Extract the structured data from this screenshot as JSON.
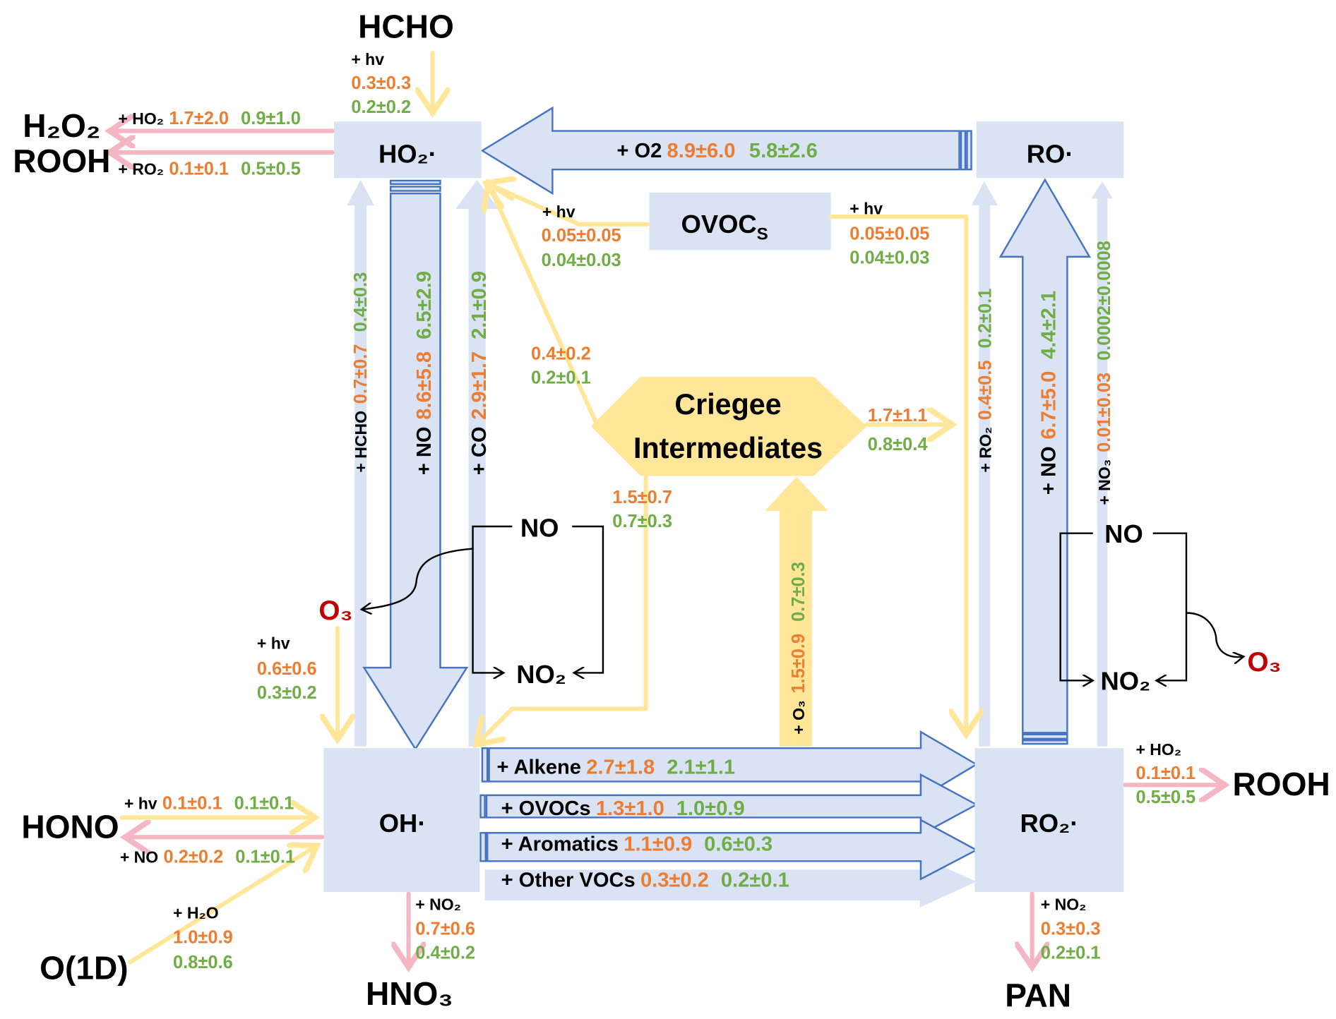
{
  "colors": {
    "box_fill": "#DAE3F3",
    "box_stroke": "#4472C4",
    "photolysis_arrow": "#FFE699",
    "sink_arrow": "#F4B6C2",
    "value_series_1": "#ED7D31",
    "value_series_2": "#70AD47",
    "ozone": "#C00000"
  },
  "species": {
    "ho2": "HO₂·",
    "ro": "RO·",
    "oh": "OH·",
    "ro2": "RO₂·",
    "ovocs": "OVOC",
    "ovocs_sub": "S",
    "criegee_line1": "Criegee",
    "criegee_line2": "Intermediates",
    "hcho": "HCHO",
    "h2o2": "H₂O₂",
    "rooh_left": "ROOH",
    "rooh_right": "ROOH",
    "hono": "HONO",
    "o1d": "O(1D)",
    "hno3": "HNO₃",
    "pan": "PAN",
    "o3_left": "O₃",
    "o3_right": "O₃",
    "no_left": "NO",
    "no2_left": "NO₂",
    "no_right": "NO",
    "no2_right": "NO₂"
  },
  "reactions": {
    "hcho_hv": {
      "reagent": "+ hv",
      "v1": "0.3±0.3",
      "v2": "0.2±0.2"
    },
    "ho2_ho2": {
      "reagent": "+ HO₂",
      "v1": "1.7±2.0",
      "v2": "0.9±1.0"
    },
    "ho2_ro2": {
      "reagent": "+ RO₂",
      "v1": "0.1±0.1",
      "v2": "0.5±0.5"
    },
    "ro_o2": {
      "reagent": "+ O2",
      "v1": "8.9±6.0",
      "v2": "5.8±2.6"
    },
    "ovocs_hv_left": {
      "reagent": "+ hv",
      "v1": "0.05±0.05",
      "v2": "0.04±0.03"
    },
    "ovocs_hv_right": {
      "reagent": "+ hv",
      "v1": "0.05±0.05",
      "v2": "0.04±0.03"
    },
    "oh_hcho": {
      "reagent": "+ HCHO",
      "v1": "0.7±0.7",
      "v2": "0.4±0.3"
    },
    "ho2_no": {
      "reagent": "+ NO",
      "v1": "8.6±5.8",
      "v2": "6.5±2.9"
    },
    "oh_co": {
      "reagent": "+ CO",
      "v1": "2.9±1.7",
      "v2": "2.1±0.9"
    },
    "ci_ho2": {
      "v1": "0.4±0.2",
      "v2": "0.2±0.1"
    },
    "ci_oh": {
      "v1": "1.5±0.7",
      "v2": "0.7±0.3"
    },
    "ci_ro2": {
      "v1": "1.7±1.1",
      "v2": "0.8±0.4"
    },
    "alkene_o3": {
      "reagent": "+ O₃",
      "v1": "1.5±0.9",
      "v2": "0.7±0.3"
    },
    "ro2_ro2": {
      "reagent": "+ RO₂",
      "v1": "0.4±0.5",
      "v2": "0.2±0.1"
    },
    "ro2_no": {
      "reagent": "+ NO",
      "v1": "6.7±5.0",
      "v2": "4.4±2.1"
    },
    "ro2_no3": {
      "reagent": "+ NO₃",
      "v1": "0.01±0.03",
      "v2": "0.0002±0.0008"
    },
    "o3_hv": {
      "reagent": "+ hv",
      "v1": "0.6±0.6",
      "v2": "0.3±0.2"
    },
    "oh_alkene": {
      "reagent": "+ Alkene",
      "v1": "2.7±1.8",
      "v2": "2.1±1.1"
    },
    "oh_ovocs": {
      "reagent": "+ OVOCs",
      "v1": "1.3±1.0",
      "v2": "1.0±0.9"
    },
    "oh_aromatics": {
      "reagent": "+ Aromatics",
      "v1": "1.1±0.9",
      "v2": "0.6±0.3"
    },
    "oh_other": {
      "reagent": "+ Other VOCs",
      "v1": "0.3±0.2",
      "v2": "0.2±0.1"
    },
    "hono_hv": {
      "reagent": "+ hv",
      "v1": "0.1±0.1",
      "v2": "0.1±0.1"
    },
    "oh_no": {
      "reagent": "+ NO",
      "v1": "0.2±0.2",
      "v2": "0.1±0.1"
    },
    "o1d_h2o": {
      "reagent": "+ H₂O",
      "v1": "1.0±0.9",
      "v2": "0.8±0.6"
    },
    "oh_no2": {
      "reagent": "+ NO₂",
      "v1": "0.7±0.6",
      "v2": "0.4±0.2"
    },
    "ro2_ho2": {
      "reagent": "+ HO₂",
      "v1": "0.1±0.1",
      "v2": "0.5±0.5"
    },
    "ro2_no2": {
      "reagent": "+ NO₂",
      "v1": "0.3±0.3",
      "v2": "0.2±0.1"
    }
  }
}
